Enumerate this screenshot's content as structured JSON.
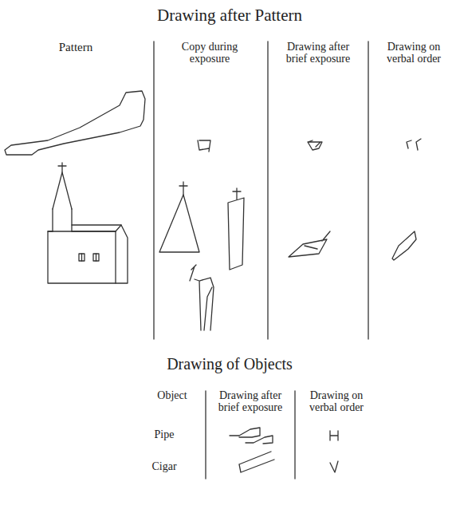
{
  "diagram": {
    "title": "Drawing after Pattern",
    "labels": [
      "Pattern",
      "Copy during exposure",
      "Drawing after brief exposure",
      "Drawing on verbal order",
      "Drawing of Objects",
      "Object",
      "Drawing after brief exposure",
      "Drawing on verbal order",
      "Pipe",
      "Cigar"
    ]
  }
}
